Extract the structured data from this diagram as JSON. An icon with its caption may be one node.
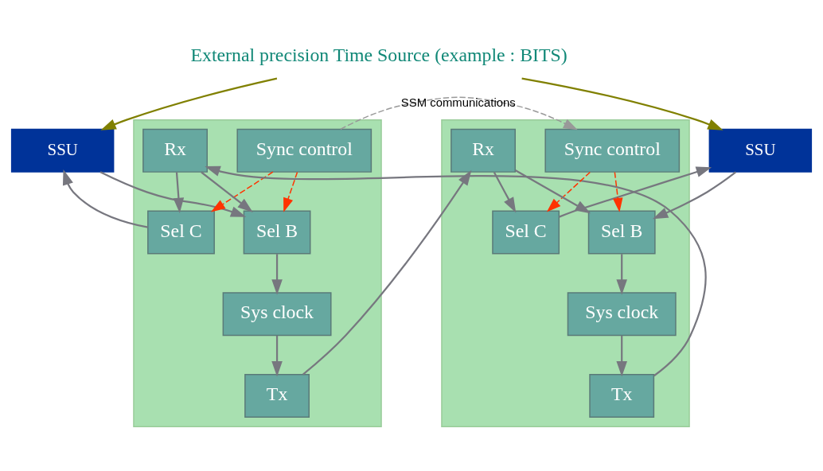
{
  "diagram": {
    "nodes": [
      {
        "text": [
          "SSU"
        ]
      },
      {
        "text": [
          "SSU"
        ]
      },
      {
        "text": [
          "External precision Time Source (example : BITS)"
        ]
      },
      {
        "text": [],
        "shape": "box"
      },
      {
        "text": [
          "Sel C"
        ],
        "in": 3
      },
      {
        "text": [
          "Sync control"
        ],
        "in": 3
      },
      {
        "text": [
          "Tx"
        ],
        "in": 3
      },
      {
        "text": [
          "Sel B"
        ],
        "in": 3
      },
      {
        "text": [
          "Rx"
        ],
        "in": 3
      },
      {
        "text": [
          "Sys clock"
        ],
        "in": 3
      },
      {
        "text": [],
        "shape": "box"
      },
      {
        "text": [
          "Sel C"
        ],
        "in": 10
      },
      {
        "text": [
          "Tx"
        ],
        "in": 10
      },
      {
        "text": [
          "Sync control"
        ],
        "in": 10
      },
      {
        "text": [
          "Sel B"
        ],
        "in": 10
      },
      {
        "text": [
          "Rx"
        ],
        "in": 10
      },
      {
        "text": [
          "Sys clock"
        ],
        "in": 10
      }
    ],
    "edges": [
      {
        "from": 2,
        "to": 0,
        "arrow": "to",
        "color": "#808000"
      },
      {
        "from": 2,
        "to": 1,
        "arrow": "to",
        "color": "#808000"
      },
      {
        "from": 0,
        "to": 7,
        "arrow": "to"
      },
      {
        "from": 4,
        "to": 0,
        "arrow": "to"
      },
      {
        "from": 5,
        "to": 4,
        "arrow": "to",
        "style": "dashed",
        "color": "#ff3300"
      },
      {
        "from": 5,
        "to": 7,
        "arrow": "to",
        "style": "dashed",
        "color": "#ff3300"
      },
      {
        "from": 7,
        "to": 9,
        "arrow": "to"
      },
      {
        "from": 9,
        "to": 6,
        "arrow": "to"
      },
      {
        "from": 8,
        "to": 7,
        "arrow": "to"
      },
      {
        "from": 8,
        "to": 4,
        "arrow": "to"
      },
      {
        "from": 5,
        "to": 13,
        "arrow": "to",
        "label": "SSM communications",
        "style": "dashed",
        "color": "#999999"
      },
      {
        "from": 6,
        "to": 15,
        "arrow": "to"
      },
      {
        "from": 12,
        "to": 8,
        "arrow": "to"
      },
      {
        "from": 1,
        "to": 14,
        "arrow": "to"
      },
      {
        "from": 11,
        "to": 1,
        "arrow": "to"
      },
      {
        "from": 13,
        "to": 11,
        "arrow": "to",
        "style": "dashed",
        "color": "#ff3300"
      },
      {
        "from": 13,
        "to": 14,
        "arrow": "to",
        "style": "dashed",
        "color": "#ff3300"
      },
      {
        "from": 14,
        "to": 16,
        "arrow": "to"
      },
      {
        "from": 16,
        "to": 12,
        "arrow": "to"
      },
      {
        "from": 15,
        "to": 14,
        "arrow": "to"
      },
      {
        "from": 15,
        "to": 11,
        "arrow": "to"
      }
    ]
  }
}
